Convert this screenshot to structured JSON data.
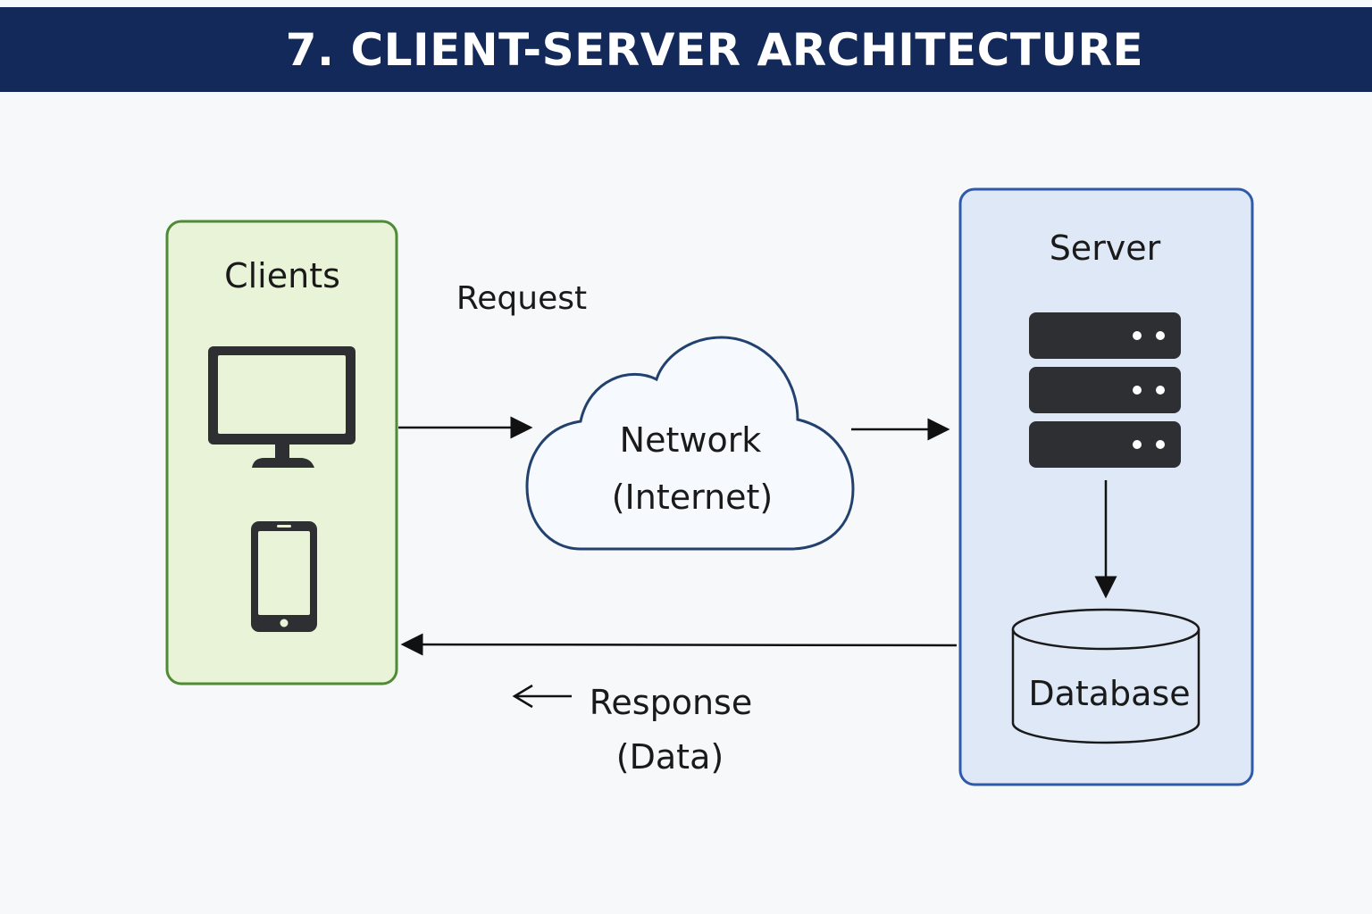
{
  "title": "7. CLIENT-SERVER ARCHITECTURE",
  "clients": {
    "label": "Clients",
    "fill": "#e9f3d7",
    "border": "#4f8a35"
  },
  "request": {
    "label": "Request"
  },
  "network": {
    "line1": "Network",
    "line2": "(Internet)",
    "fill": "#f6f9fd",
    "border": "#23416f"
  },
  "server": {
    "label": "Server",
    "fill": "#dfe8f7",
    "border": "#2f5aa8"
  },
  "database": {
    "label": "Database"
  },
  "response": {
    "line1": "Response",
    "line2": "(Data)"
  },
  "icons": {
    "client_devices": [
      "desktop-monitor-icon",
      "smartphone-icon"
    ],
    "server": "server-rack-icon",
    "database": "database-cylinder-icon",
    "network": "cloud-icon"
  },
  "colors": {
    "title_bar": "#13295a",
    "device": "#2d2f33"
  }
}
